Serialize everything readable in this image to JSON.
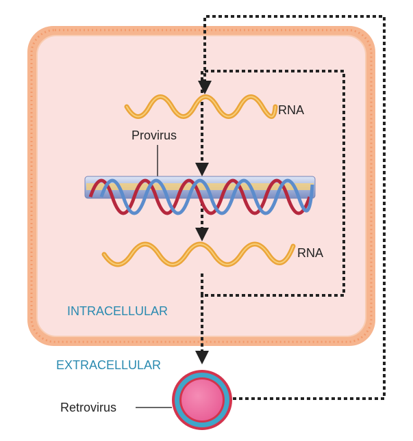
{
  "labels": {
    "rna_top": "RNA",
    "rna_bottom": "RNA",
    "provirus": "Provirus",
    "intracellular": "INTRACELLULAR",
    "extracellular": "EXTRACELLULAR",
    "retrovirus": "Retrovirus"
  },
  "colors": {
    "membrane_outer": "#f6b58f",
    "membrane_dots": "#f29a6c",
    "cytoplasm": "#fbe1df",
    "rna_strand": "#eba53a",
    "dna_tube": "#a8b7dc",
    "dna_red": "#b5283e",
    "dna_blue": "#5c8ccc",
    "arrow": "#222222",
    "region_label": "#2a8ab0",
    "virus_fill": "#ee6aa0",
    "virus_inner_ring": "#d3344d",
    "virus_outer_ring": "#3fa6c9"
  }
}
